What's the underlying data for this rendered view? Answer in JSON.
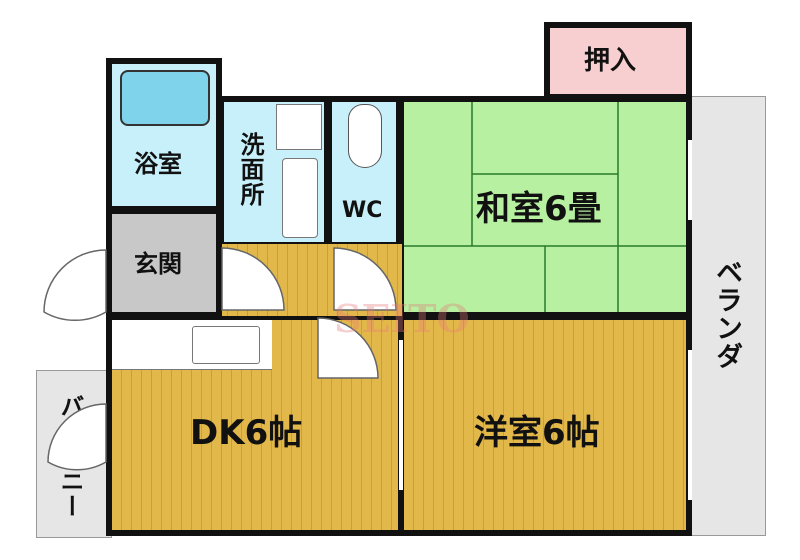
{
  "rooms": {
    "washitsu": "和室6畳",
    "youshitsu": "洋室6帖",
    "dk": "DK6帖",
    "oshiire": "押入",
    "yokushitsu": "浴室",
    "senmenjo": "洗面所",
    "wc": "WC",
    "genkan": "玄関",
    "veranda": "ベランダ",
    "balcony": "バルコニー"
  },
  "watermark": "SEITO",
  "colors": {
    "tatami": "#b6f0a0",
    "wood_floor": "#e3b84a",
    "wet_area": "#c8f0fa",
    "closet": "#f7cfd0",
    "entrance": "#c8c8c8",
    "balcony_floor": "#e6e6e6",
    "wall": "#111111"
  }
}
